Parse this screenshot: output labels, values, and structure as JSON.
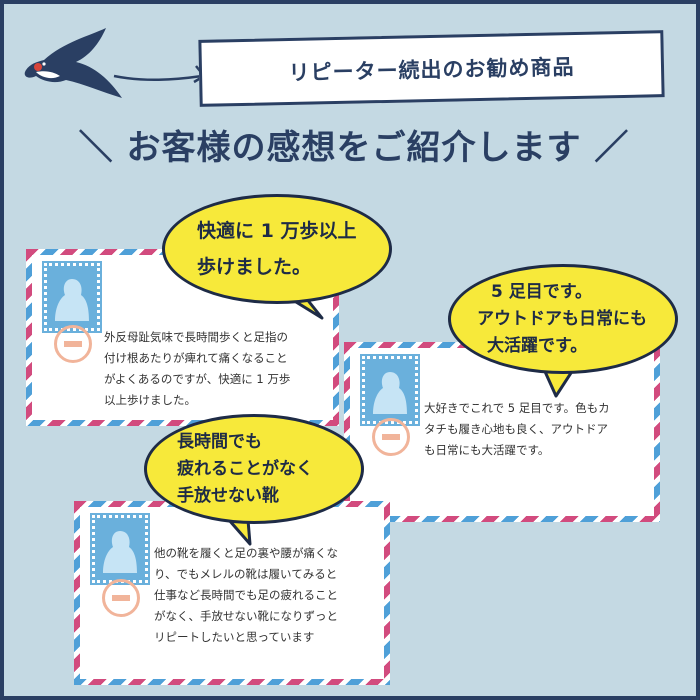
{
  "banner": {
    "text": "リピーター続出のお勧め商品"
  },
  "heading": "＼ お客様の感想をご紹介します ／",
  "reviews": [
    {
      "bubble_lines": [
        "快適に 1 万歩以上",
        "歩けました。"
      ],
      "body_lines": [
        "外反母趾気味で長時間歩くと足指の",
        "付け根あたりが痺れて痛くなること",
        "がよくあるのですが、快適に 1 万歩",
        "以上歩けました。"
      ]
    },
    {
      "bubble_lines": [
        "5 足目です。",
        "アウトドアも日常にも",
        "大活躍です。"
      ],
      "body_lines": [
        "大好きでこれで 5 足目です。色もカ",
        "タチも履き心地も良く、アウトドア",
        "も日常にも大活躍です。"
      ]
    },
    {
      "bubble_lines": [
        "長時間でも",
        "疲れることがなく",
        "手放せない靴"
      ],
      "body_lines": [
        "他の靴を履くと足の裏や腰が痛くな",
        "り、でもメレルの靴は履いてみると",
        "仕事など長時間でも足の疲れること",
        "がなく、手放せない靴になりずっと",
        "リピートしたいと思っています"
      ]
    }
  ],
  "colors": {
    "navy": "#2a3f63",
    "background": "#c4d9e3",
    "bubble": "#f7e93a",
    "stripe_red": "#d24b7e",
    "stripe_blue": "#4fa0d8",
    "stamp": "#6ab0dc"
  }
}
